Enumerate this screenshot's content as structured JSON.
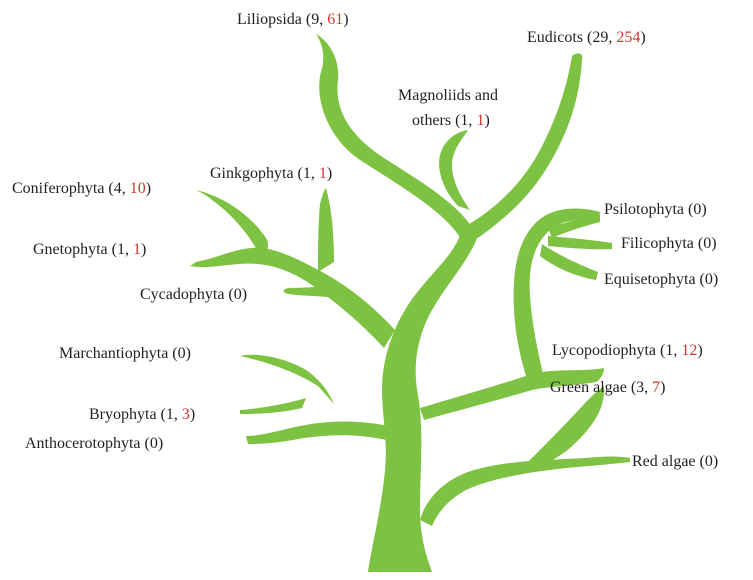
{
  "colors": {
    "branch": "#7dc242",
    "text": "#231f20",
    "highlight": "#d2352c"
  },
  "labels": {
    "liliopsida": {
      "name": "Liliopsida (9, ",
      "red": "61",
      "end": ")"
    },
    "eudicots": {
      "name": "Eudicots (29, ",
      "red": "254",
      "end": ")"
    },
    "magnoliids_line1": {
      "name": "Magnoliids and"
    },
    "magnoliids_line2": {
      "name": "others (1, ",
      "red": "1",
      "end": ")"
    },
    "ginkgophyta": {
      "name": "Ginkgophyta (1, ",
      "red": "1",
      "end": ")"
    },
    "coniferophyta": {
      "name": "Coniferophyta (4, ",
      "red": "10",
      "end": ")"
    },
    "gnetophyta": {
      "name": "Gnetophyta (1, ",
      "red": "1",
      "end": ")"
    },
    "cycadophyta": {
      "name": "Cycadophyta (0)"
    },
    "psilotophyta": {
      "name": "Psilotophyta (0)"
    },
    "filicophyta": {
      "name": "Filicophyta (0)"
    },
    "equisetophyta": {
      "name": "Equisetophyta (0)"
    },
    "lycopodiophyta": {
      "name": "Lycopodiophyta (1, ",
      "red": "12",
      "end": ")"
    },
    "marchantiophyta": {
      "name": "Marchantiophyta (0)"
    },
    "bryophyta": {
      "name": "Bryophyta (1, ",
      "red": "3",
      "end": ")"
    },
    "anthocerotophyta": {
      "name": "Anthocerotophyta (0)"
    },
    "green_algae": {
      "name": "Green algae (3, ",
      "red": "7",
      "end": ")"
    },
    "red_algae": {
      "name": "Red algae (0)"
    }
  }
}
